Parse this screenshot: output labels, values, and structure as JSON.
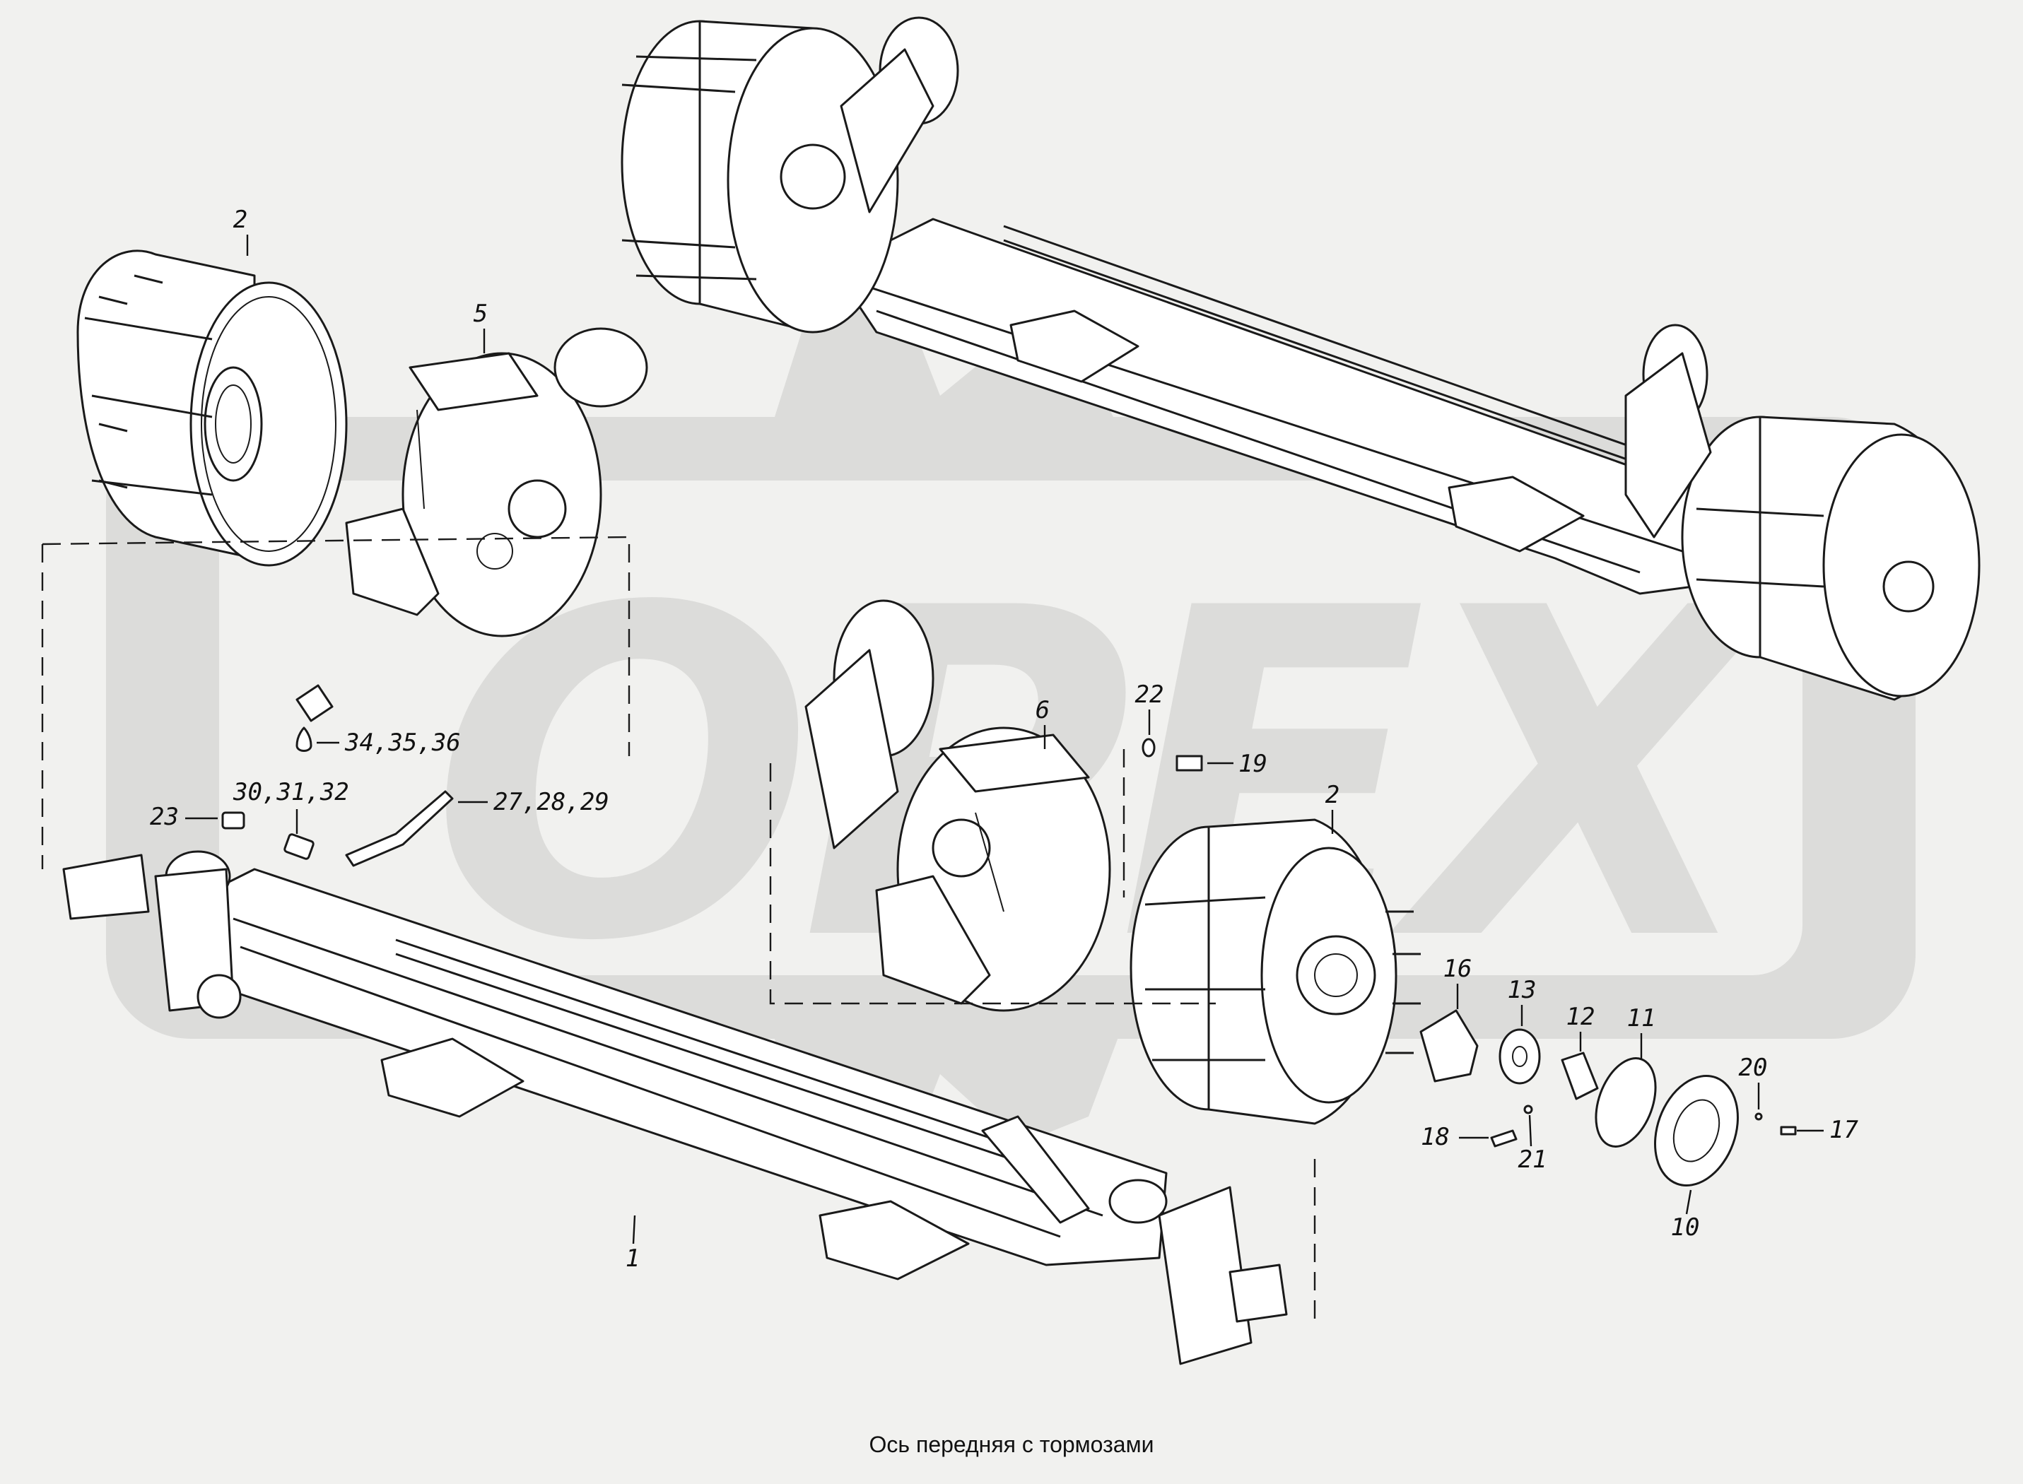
{
  "caption": "Ось передняя с тормозами",
  "watermark": "OPEX",
  "colors": {
    "line": "#1a1a1a",
    "watermark": "#dcdcda",
    "background": "#f1f1ef"
  },
  "callouts": {
    "c1": "1",
    "c2a": "2",
    "c2b": "2",
    "c5": "5",
    "c6": "6",
    "c10": "10",
    "c11": "11",
    "c12": "12",
    "c13": "13",
    "c16": "16",
    "c17": "17",
    "c18": "18",
    "c19": "19",
    "c20": "20",
    "c21": "21",
    "c22": "22",
    "c23": "23",
    "c27_29": "27,28,29",
    "c30_32": "30,31,32",
    "c34_36": "34,35,36"
  }
}
